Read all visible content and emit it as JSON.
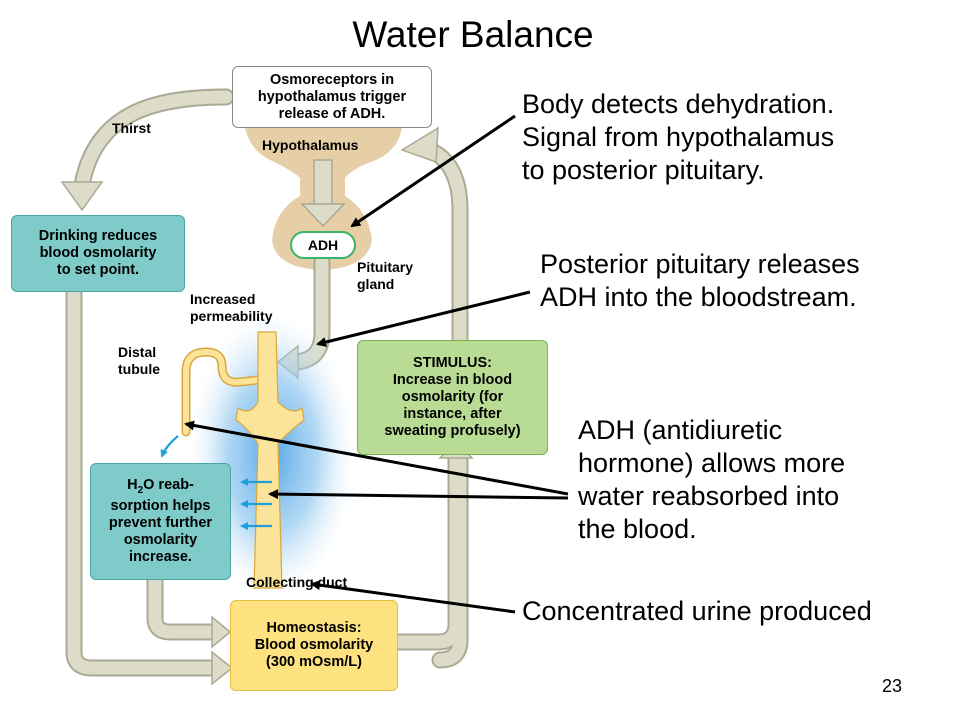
{
  "title": "Water Balance",
  "page_number": "23",
  "boxes": {
    "osmoreceptors": "Osmoreceptors in\nhypothalamus trigger\nrelease of ADH.",
    "drinking": "Drinking reduces\nblood osmolarity\nto set point.",
    "stimulus": "STIMULUS:\nIncrease in blood\nosmolarity (for\ninstance, after\nsweating profusely)",
    "h2o_pre": "H",
    "h2o_sub": "2",
    "h2o_post": "O reab-\nsorption helps\nprevent further\nosmolarity\nincrease.",
    "homeostasis": "Homeostasis:\nBlood osmolarity\n(300 mOsm/L)",
    "adh": "ADH"
  },
  "labels": {
    "thirst": "Thirst",
    "hypothalamus": "Hypothalamus",
    "pituitary": "Pituitary\ngland",
    "increased_permeability": "Increased\npermeability",
    "distal_tubule": "Distal\ntubule",
    "collecting_duct": "Collecting duct"
  },
  "callouts": {
    "dehydration": "Body detects dehydration.\nSignal from hypothalamus\nto posterior pituitary.",
    "release": "Posterior pituitary releases\nADH into the bloodstream.",
    "adh_effect": "ADH (antidiuretic\nhormone) allows more\nwater reabsorbed into\nthe blood.",
    "urine": "Concentrated urine produced"
  },
  "colors": {
    "loop_fill": "#dcdcc8",
    "loop_edge": "#a9a994",
    "brain": "#e6cfa7",
    "tubule": "#fbe49a",
    "tubule_edge": "#d9a63e",
    "blood_glow": "#4aa3e6",
    "water_arrow": "#1ea0dc"
  }
}
